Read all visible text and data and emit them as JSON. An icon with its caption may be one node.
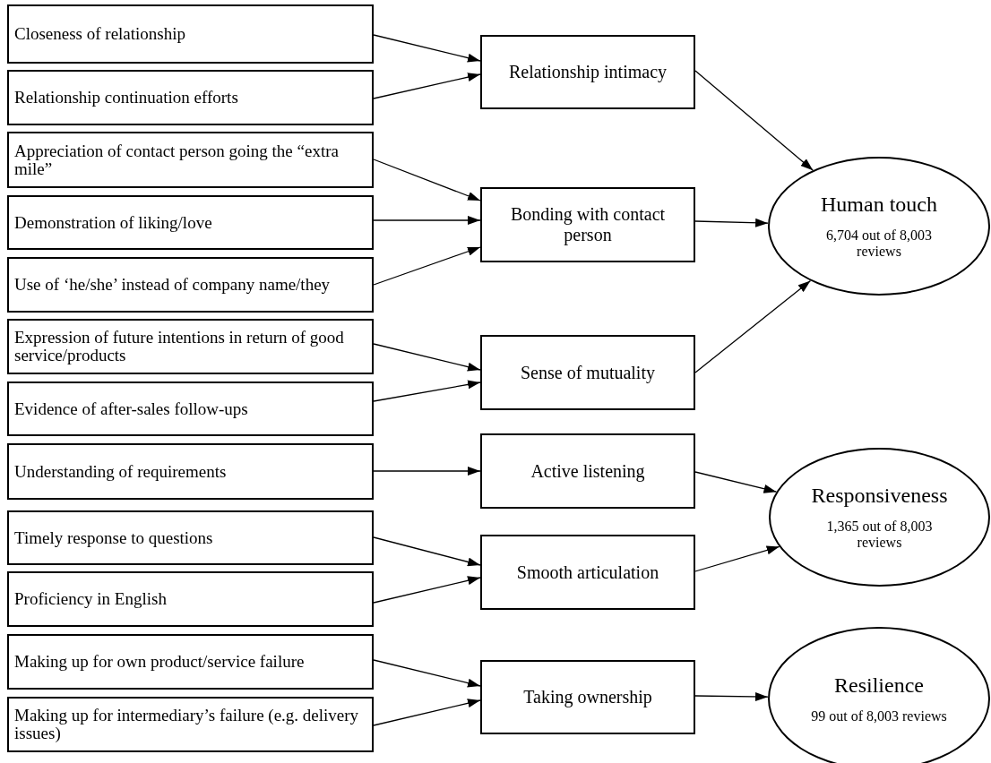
{
  "diagram": {
    "nodes": [
      {
        "text": [
          "Closeness of relationship"
        ]
      },
      {
        "text": [
          "Relationship continuation efforts"
        ]
      },
      {
        "text": [
          "Appreciation of contact person going the “extra mile”"
        ]
      },
      {
        "text": [
          "Demonstration of liking/love"
        ]
      },
      {
        "text": [
          "Use of ‘he/she’ instead of company name/they"
        ]
      },
      {
        "text": [
          "Expression of future intentions in return of good service/products"
        ]
      },
      {
        "text": [
          "Evidence of after-sales follow-ups"
        ]
      },
      {
        "text": [
          "Understanding of requirements"
        ]
      },
      {
        "text": [
          "Timely response to questions"
        ]
      },
      {
        "text": [
          "Proficiency in English"
        ]
      },
      {
        "text": [
          "Making up for own product/service failure"
        ]
      },
      {
        "text": [
          "Making up for intermediary’s failure (e.g. delivery issues)"
        ]
      },
      {
        "text": [
          "Relationship intimacy"
        ]
      },
      {
        "text": [
          "Bonding with contact person"
        ]
      },
      {
        "text": [
          "Sense of mutuality"
        ]
      },
      {
        "text": [
          "Active listening"
        ]
      },
      {
        "text": [
          "Smooth articulation"
        ]
      },
      {
        "text": [
          "Taking ownership"
        ]
      },
      {
        "text": [
          "Human touch",
          "6,704 out of 8,003 reviews"
        ]
      },
      {
        "text": [
          "Responsiveness",
          "1,365 out of 8,003 reviews"
        ]
      },
      {
        "text": [
          "Resilience",
          "99 out of 8,003 reviews"
        ]
      }
    ],
    "edges": [
      {
        "from": 0,
        "to": 12,
        "arrow": "to"
      },
      {
        "from": 1,
        "to": 12,
        "arrow": "to"
      },
      {
        "from": 2,
        "to": 13,
        "arrow": "to"
      },
      {
        "from": 3,
        "to": 13,
        "arrow": "to"
      },
      {
        "from": 4,
        "to": 13,
        "arrow": "to"
      },
      {
        "from": 5,
        "to": 14,
        "arrow": "to"
      },
      {
        "from": 6,
        "to": 14,
        "arrow": "to"
      },
      {
        "from": 7,
        "to": 15,
        "arrow": "to"
      },
      {
        "from": 8,
        "to": 16,
        "arrow": "to"
      },
      {
        "from": 9,
        "to": 16,
        "arrow": "to"
      },
      {
        "from": 10,
        "to": 17,
        "arrow": "to"
      },
      {
        "from": 11,
        "to": 17,
        "arrow": "to"
      },
      {
        "from": 12,
        "to": 18,
        "arrow": "to"
      },
      {
        "from": 13,
        "to": 18,
        "arrow": "to"
      },
      {
        "from": 14,
        "to": 18,
        "arrow": "to"
      },
      {
        "from": 15,
        "to": 19,
        "arrow": "to"
      },
      {
        "from": 16,
        "to": 19,
        "arrow": "to"
      },
      {
        "from": 17,
        "to": 20,
        "arrow": "to"
      }
    ]
  }
}
